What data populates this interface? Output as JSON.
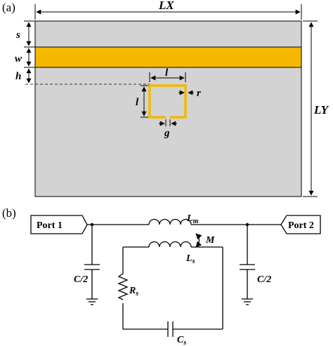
{
  "panel_a": {
    "label": "(a)",
    "dims": {
      "lx": "LX",
      "ly": "LY",
      "s": "s",
      "w": "w",
      "h": "h",
      "l_top": "l",
      "l_left": "l",
      "r": "r",
      "g": "g"
    },
    "colors": {
      "substrate": "#d3d3d3",
      "strip": "#f5b800",
      "ring": "#f5b800"
    }
  },
  "panel_b": {
    "label": "(b)",
    "port1": "Port 1",
    "port2": "Port 2",
    "c_left": "C/2",
    "c_right": "C/2",
    "l_m": "L",
    "l_m_sub": "m",
    "l_s": "L",
    "l_s_sub": "s",
    "mutual": "M",
    "r_s": "R",
    "r_s_sub": "s",
    "c_s": "C",
    "c_s_sub": "s"
  }
}
